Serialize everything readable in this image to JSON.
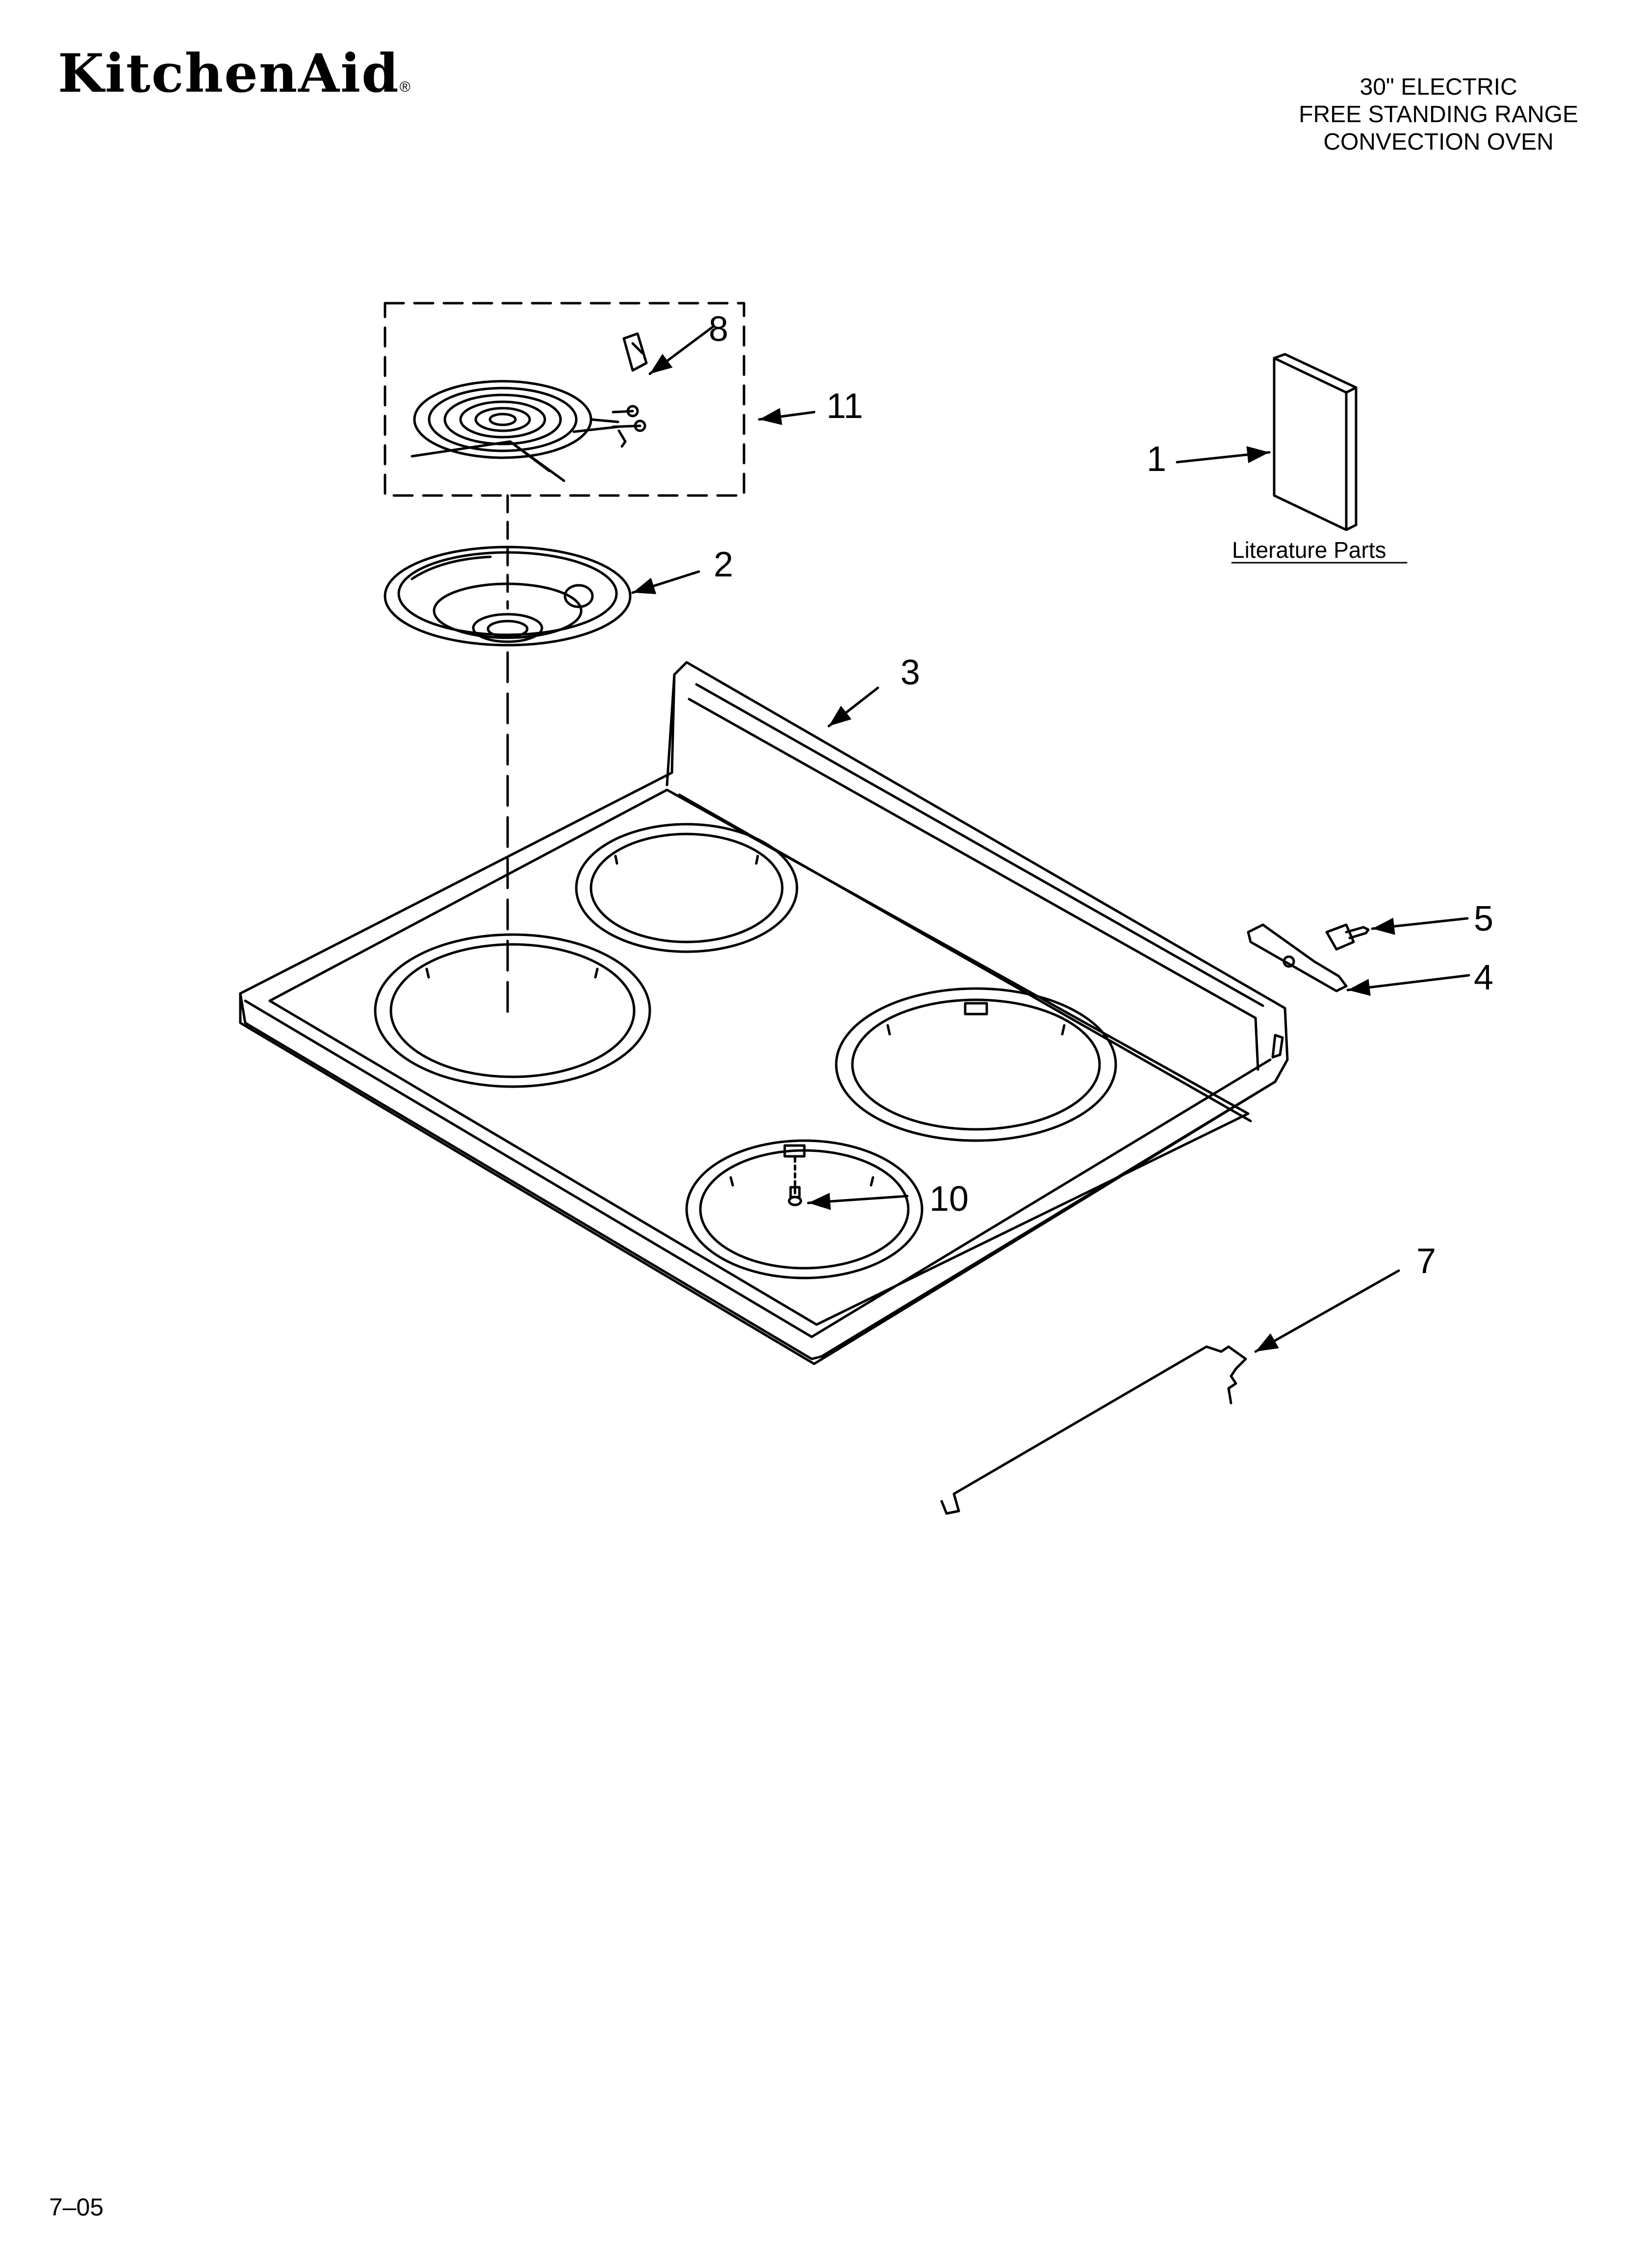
{
  "header": {
    "brand": "KitchenAid",
    "trademark": "®",
    "title_lines": [
      "30\" ELECTRIC",
      "FREE STANDING RANGE",
      "CONVECTION OVEN"
    ]
  },
  "callouts": [
    {
      "id": "1",
      "label": "1"
    },
    {
      "id": "2",
      "label": "2"
    },
    {
      "id": "3",
      "label": "3"
    },
    {
      "id": "4",
      "label": "4"
    },
    {
      "id": "5",
      "label": "5"
    },
    {
      "id": "7",
      "label": "7"
    },
    {
      "id": "8",
      "label": "8"
    },
    {
      "id": "10",
      "label": "10"
    },
    {
      "id": "11",
      "label": "11"
    }
  ],
  "literature_label": "Literature Parts",
  "footer": {
    "date_code": "7–05"
  }
}
